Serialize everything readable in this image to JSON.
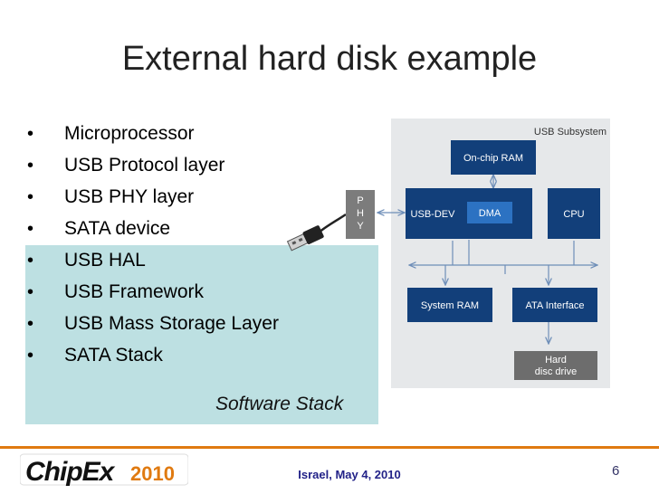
{
  "slide": {
    "title": "External hard disk example",
    "bullets": [
      "Microprocessor",
      "USB Protocol layer",
      "USB PHY layer",
      "SATA device",
      "USB HAL",
      "USB Framework",
      "USB Mass Storage Layer",
      "SATA Stack"
    ],
    "software_stack_caption": "Software Stack"
  },
  "diagram": {
    "subsystem_label": "USB Subsystem",
    "phy_label": [
      "P",
      "H",
      "Y"
    ],
    "blocks": {
      "onchip_ram": "On-chip RAM",
      "usb_dev": "USB-DEV",
      "dma": "DMA",
      "cpu": "CPU",
      "system_ram": "System RAM",
      "ata_interface": "ATA Interface",
      "hard_disc": [
        "Hard",
        "disc drive"
      ]
    },
    "colors": {
      "block": "#123f7a",
      "dma": "#2c72c2",
      "panel": "#e6e8ea",
      "arrow": "#6e8eb8",
      "phy": "#7c7c7c",
      "disc": "#6d6d6d"
    }
  },
  "footer": {
    "logo_text_main": "ChipEx",
    "logo_text_year": "2010",
    "location_date": "Israel, May 4, 2010",
    "slide_number": "6",
    "accent_color": "#e07a10"
  }
}
